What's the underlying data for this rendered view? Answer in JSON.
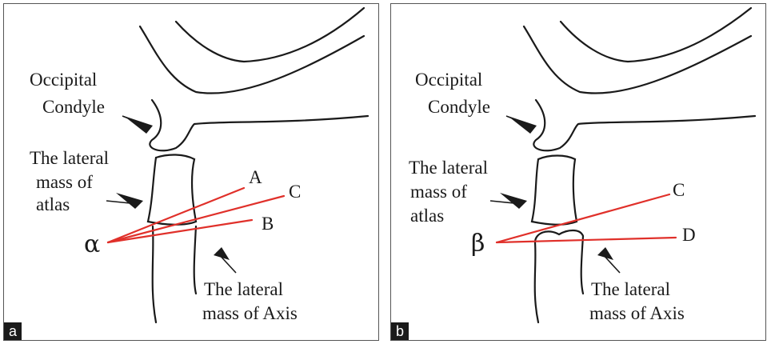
{
  "panels": [
    {
      "tag": "a",
      "occipital_line1": "Occipital",
      "occipital_line2": "Condyle",
      "atlas_line1": "The lateral",
      "atlas_line2": "mass of",
      "atlas_line3": "atlas",
      "axis_line1": "The lateral",
      "axis_line2": "mass of Axis",
      "angle_symbol": "α",
      "line_labels": [
        "A",
        "C",
        "B"
      ]
    },
    {
      "tag": "b",
      "occipital_line1": "Occipital",
      "occipital_line2": "Condyle",
      "atlas_line1": "The lateral",
      "atlas_line2": "mass of",
      "atlas_line3": "atlas",
      "axis_line1": "The lateral",
      "axis_line2": "mass of Axis",
      "angle_symbol": "β",
      "line_labels": [
        "C",
        "D"
      ]
    }
  ],
  "colors": {
    "outline": "#1a1a1a",
    "measure_line": "#e0302a",
    "panel_border": "#555555"
  },
  "icons": [
    "arrow-icon"
  ]
}
